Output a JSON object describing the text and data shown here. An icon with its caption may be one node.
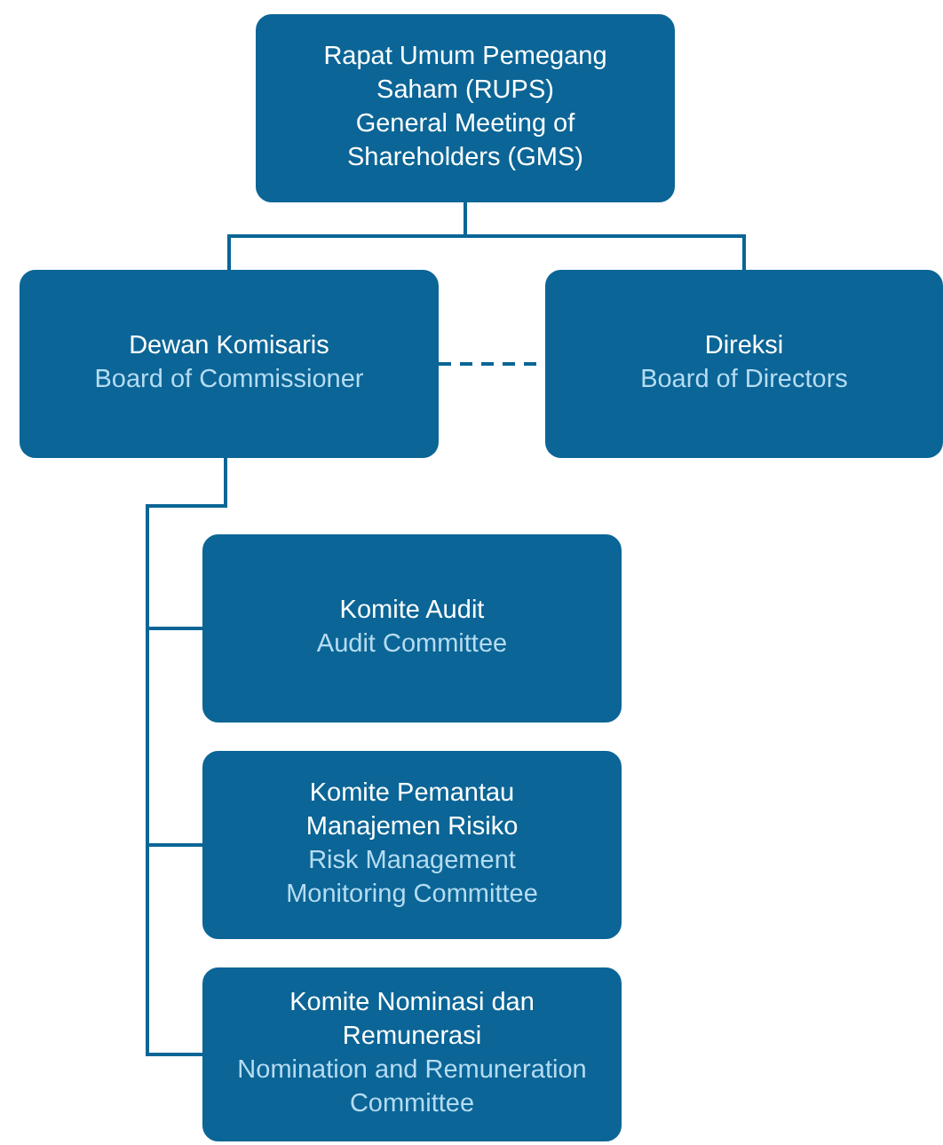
{
  "diagram": {
    "nodes": [
      {
        "text": [
          "Rapat Umum Pemegang Saham (RUPS)",
          "General Meeting of Shareholders (GMS)"
        ]
      },
      {
        "text": [
          "Dewan Komisaris",
          "Board of Commissioner"
        ]
      },
      {
        "text": [
          "Direksi",
          "Board of Directors"
        ]
      },
      {
        "text": [
          "Komite Audit",
          "Audit Committee"
        ]
      },
      {
        "text": [
          "Komite Pemantau Manajemen Risiko",
          "Risk Management Monitoring Committee"
        ]
      },
      {
        "text": [
          "Komite Nominasi dan Remunerasi",
          "Nomination and Remuneration Committee"
        ]
      }
    ],
    "edges": [
      {
        "from": 0,
        "to": 1,
        "arrow": "none"
      },
      {
        "from": 0,
        "to": 2,
        "arrow": "none"
      },
      {
        "from": 1,
        "to": 2,
        "arrow": "none",
        "style": "dashed"
      },
      {
        "from": 1,
        "to": 3,
        "arrow": "none"
      },
      {
        "from": 1,
        "to": 4,
        "arrow": "none"
      },
      {
        "from": 1,
        "to": 5,
        "arrow": "none"
      }
    ]
  }
}
